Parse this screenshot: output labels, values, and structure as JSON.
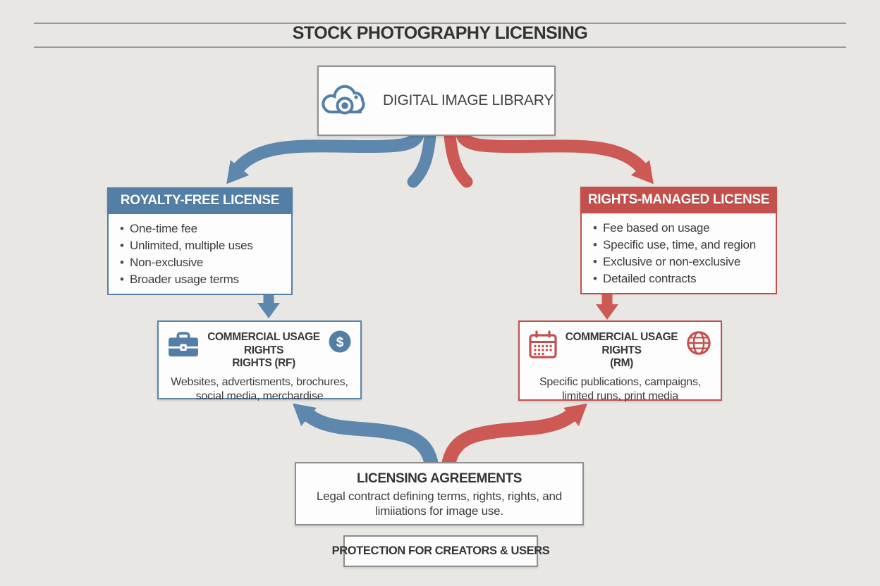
{
  "title": "STOCK PHOTOGRAPHY LICENSING",
  "library": {
    "label": "DIGITAL IMAGE LIBRARY",
    "icon": "cloud-camera-icon"
  },
  "royalty_free": {
    "header": "ROYALTY-FREE LICENSE",
    "bullets": [
      "One-time fee",
      "Unlimited, multiple uses",
      "Non-exclusive",
      "Broader usage terms"
    ]
  },
  "rights_managed": {
    "header": "RIGHTS-MANAGED LICENSE",
    "bullets": [
      "Fee based on usage",
      "Specific use, time, and region",
      "Exclusive or non-exclusive",
      "Detailed contracts"
    ]
  },
  "commercial_rf": {
    "icon_left": "briefcase-icon",
    "icon_right": "dollar-icon",
    "title_line1": "COMMERCIAL USAGE RIGHTS",
    "title_line2": "RIGHTS (RF)",
    "desc_line1": "Websites, advertisments, brochures,",
    "desc_line2": "social media, merchardise"
  },
  "commercial_rm": {
    "icon_left": "calendar-icon",
    "icon_right": "globe-icon",
    "title_line1": "COMMERCIAL USAGE RIGHTS",
    "title_line2": "(RM)",
    "desc_line1": "Specific publications, campaigns,",
    "desc_line2": "limited runs, print media"
  },
  "licensing_agreements": {
    "title": "LICENSING AGREEMENTS",
    "desc_line1": "Legal contract defining terms, rights, rights, and",
    "desc_line2": "limiiations for image use."
  },
  "protection": {
    "label": "PROTECTION FOR CREATORS & USERS"
  },
  "colors": {
    "bg": "#e8e7e4",
    "ink": "#3a3a3a",
    "title_ink": "#333333",
    "blue": "#537fa7",
    "blue_arrow": "#5d87ac",
    "red": "#c4504e",
    "red_arrow": "#cd5955",
    "border_gray": "#8f8f8f",
    "box_bg": "#fdfdfd"
  }
}
